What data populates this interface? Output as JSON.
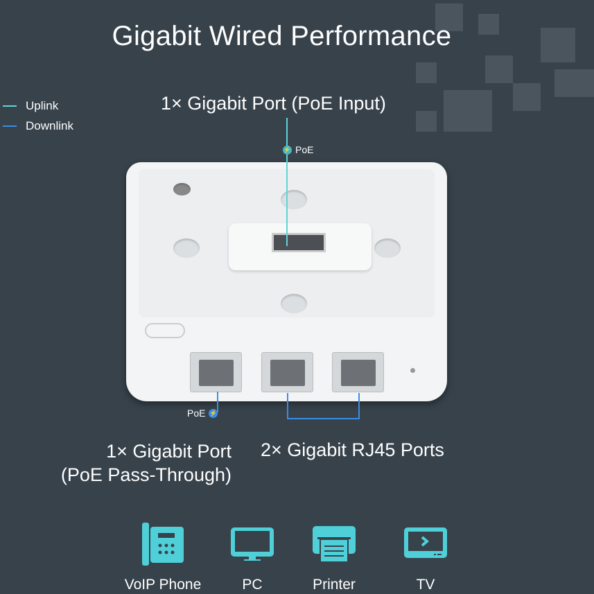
{
  "title": "Gigabit Wired Performance",
  "legend": [
    {
      "label": "Uplink",
      "color": "#5fd4d6"
    },
    {
      "label": "Downlink",
      "color": "#3a8ee6"
    }
  ],
  "top_port": {
    "label": "1× Gigabit Port (PoE Input)",
    "badge": "PoE"
  },
  "pass_port": {
    "line1": "1× Gigabit Port",
    "line2": "(PoE Pass-Through)",
    "badge": "PoE"
  },
  "rj45": {
    "label": "2× Gigabit RJ45 Ports"
  },
  "devices": [
    {
      "label": "VoIP Phone",
      "icon": "phone-icon"
    },
    {
      "label": "PC",
      "icon": "monitor-icon"
    },
    {
      "label": "Printer",
      "icon": "printer-icon"
    },
    {
      "label": "TV",
      "icon": "tv-icon"
    }
  ],
  "colors": {
    "bg": "#37424b",
    "accent": "#4fd0d8",
    "downlink": "#3a8ee6"
  }
}
